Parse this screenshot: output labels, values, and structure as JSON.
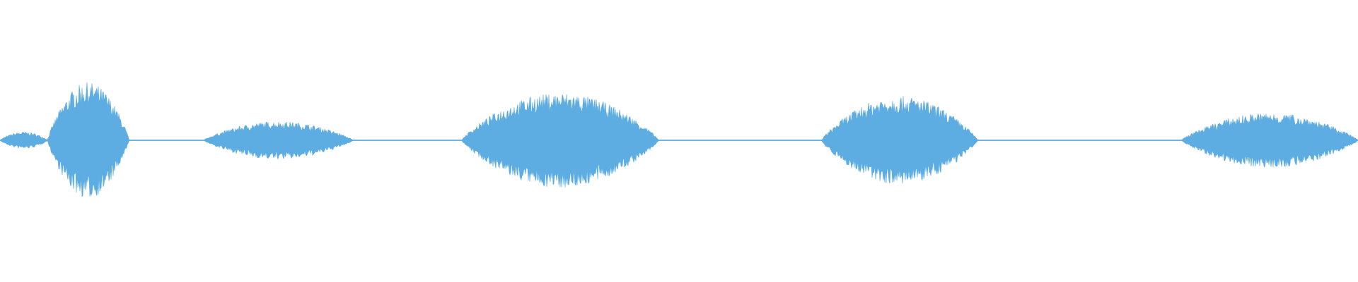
{
  "waveform": {
    "color": "#5dade2",
    "background": "#ffffff",
    "segments": [
      {
        "start": 0.0,
        "end": 0.035,
        "peak": 0.08
      },
      {
        "start": 0.035,
        "end": 0.095,
        "peak": 0.55
      },
      {
        "start": 0.15,
        "end": 0.26,
        "peak": 0.18
      },
      {
        "start": 0.34,
        "end": 0.485,
        "peak": 0.45
      },
      {
        "start": 0.605,
        "end": 0.72,
        "peak": 0.42
      },
      {
        "start": 0.87,
        "end": 1.0,
        "peak": 0.26
      }
    ]
  }
}
